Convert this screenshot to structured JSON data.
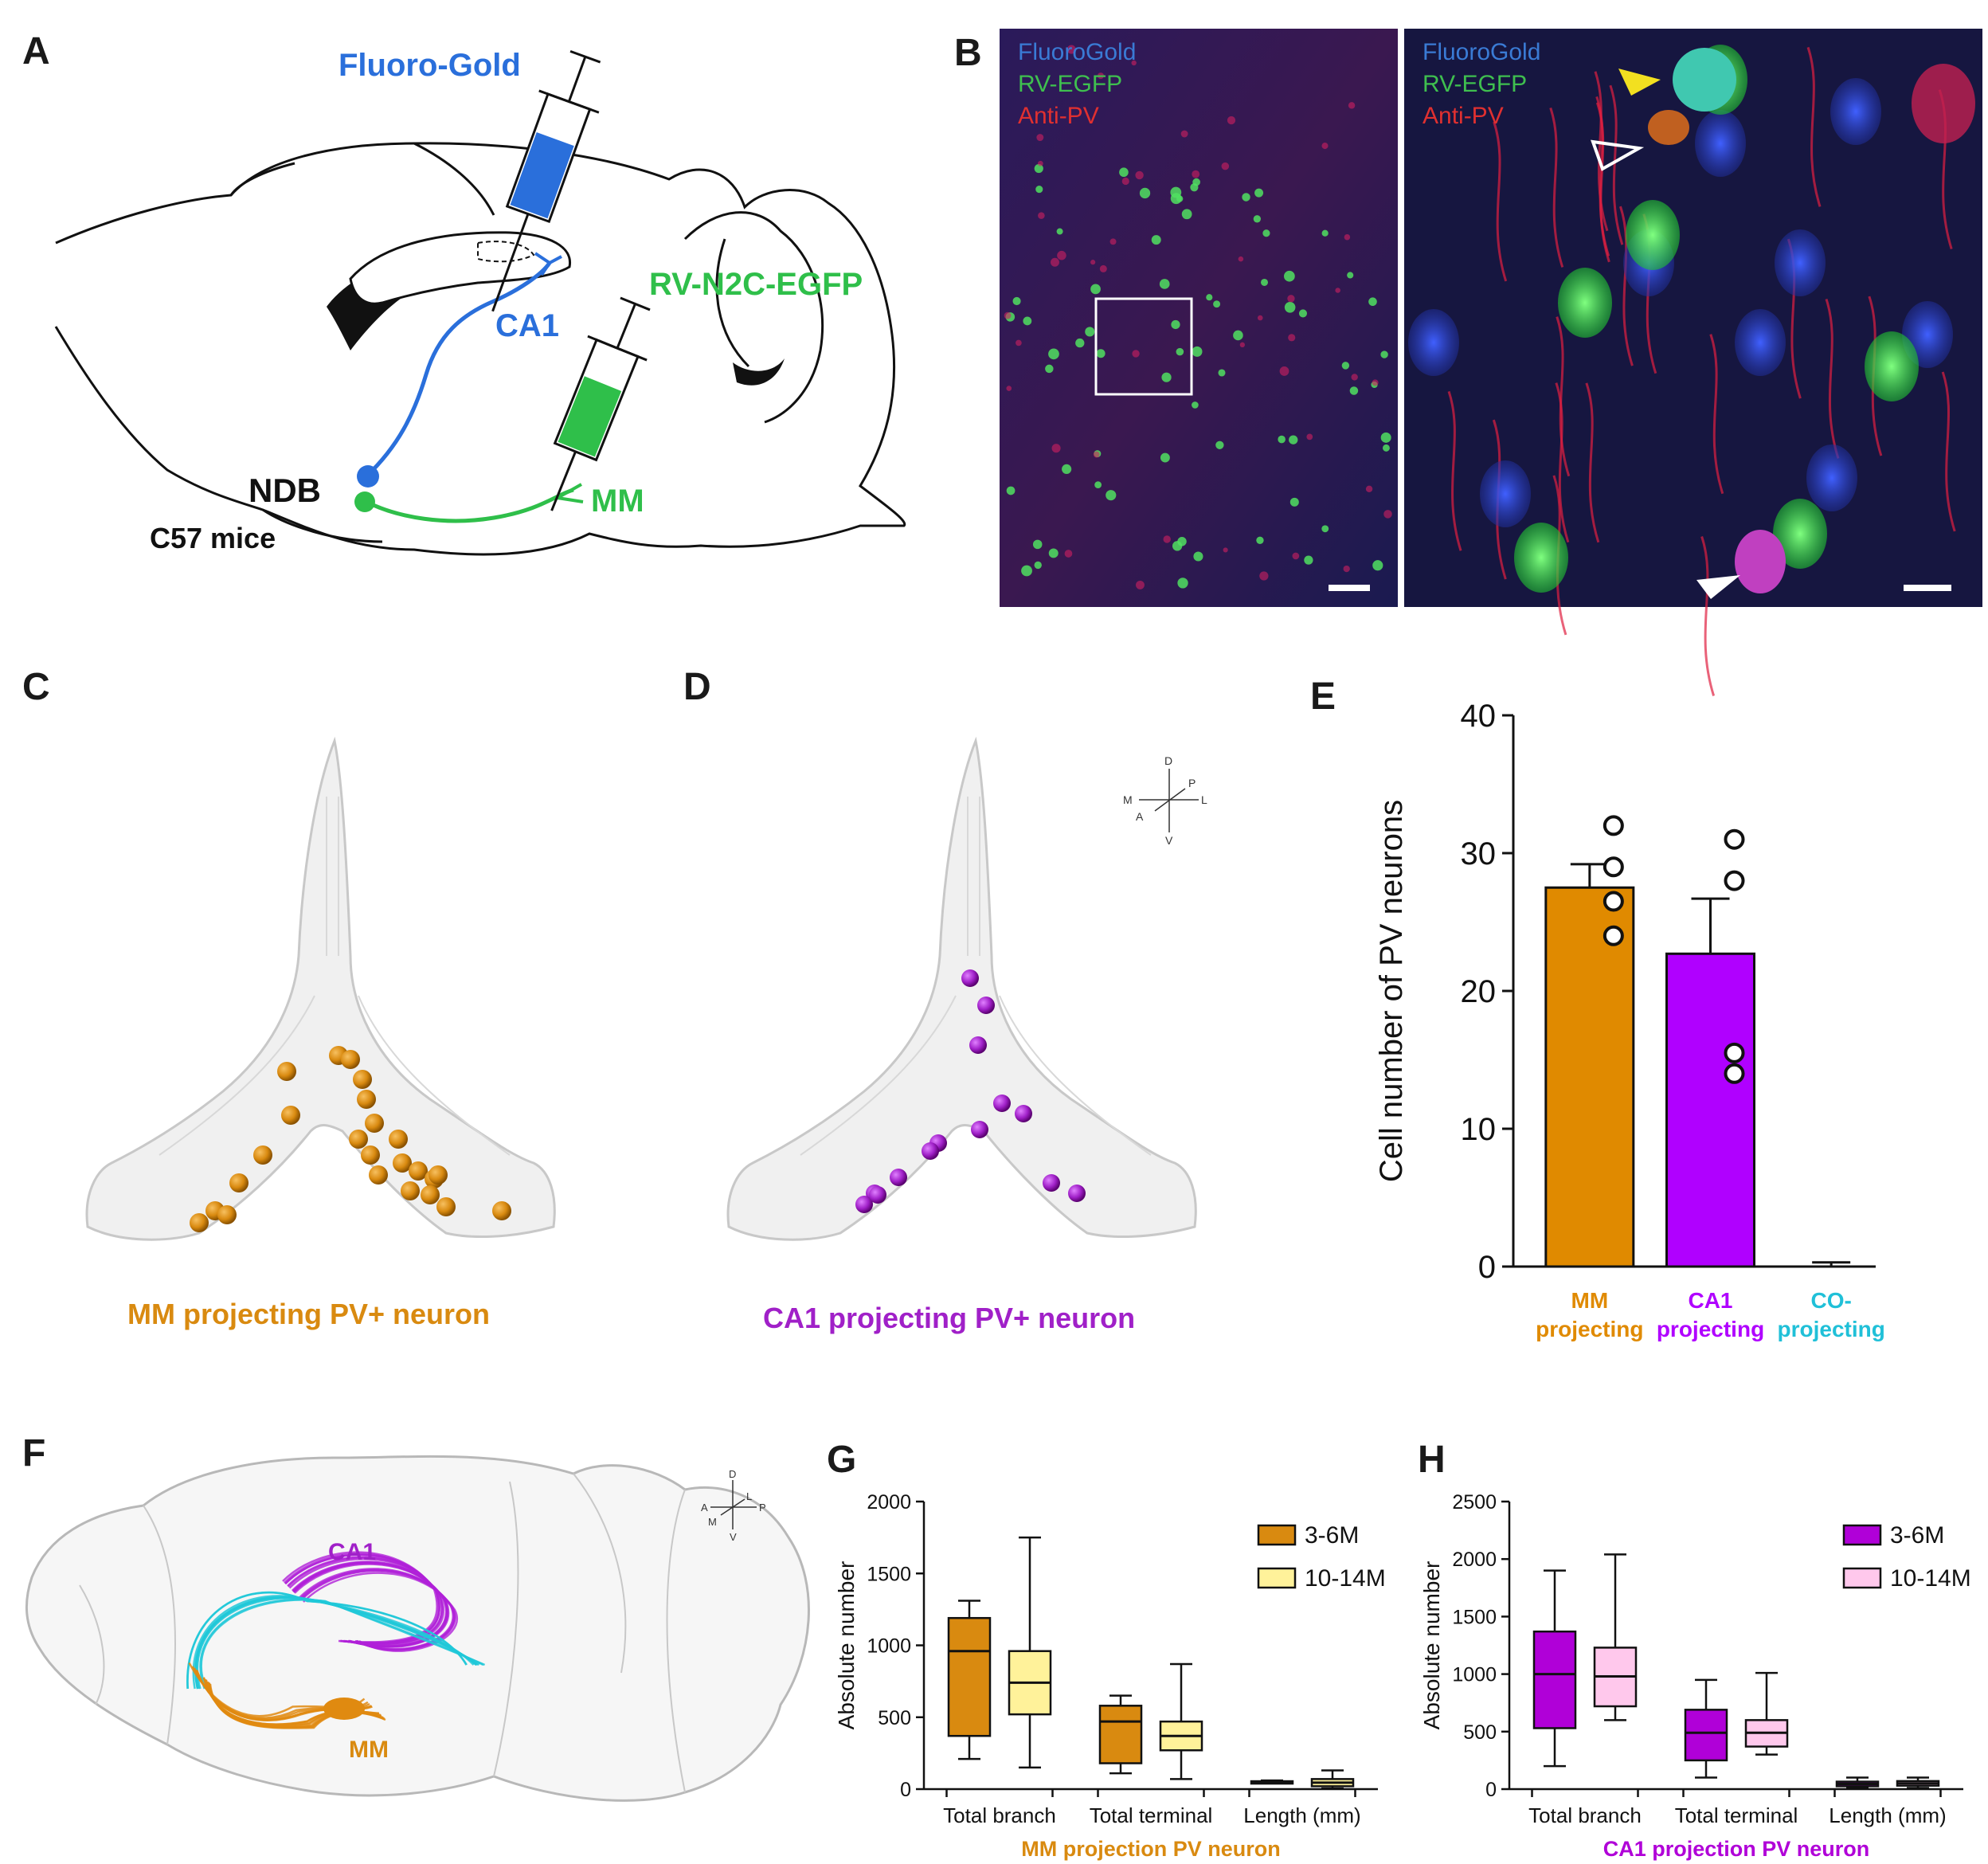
{
  "panels": {
    "A": "A",
    "B": "B",
    "C": "C",
    "D": "D",
    "E": "E",
    "F": "F",
    "G": "G",
    "H": "H"
  },
  "panelA": {
    "fluoro_gold": "Fluoro-Gold",
    "rv_label": "RV-N2C-EGFP",
    "ca1": "CA1",
    "ndb": "NDB",
    "mm": "MM",
    "mice": "C57 mice",
    "color_blue": "#2a6fdb",
    "color_green": "#2fbf4a"
  },
  "panelB": {
    "legend": [
      "FluoroGold",
      "RV-EGFP",
      "Anti-PV"
    ],
    "legend_colors": [
      "#3a7bd5",
      "#3fbf4f",
      "#e03030"
    ]
  },
  "panelC": {
    "caption": "MM projecting PV+ neuron",
    "color": "#d98a10"
  },
  "panelD": {
    "caption": "CA1 projecting PV+ neuron",
    "color": "#a020c8",
    "compass": {
      "d": "D",
      "v": "V",
      "m": "M",
      "l": "L",
      "p": "P",
      "a": "A"
    }
  },
  "panelF": {
    "ca1": "CA1",
    "mm": "MM",
    "compass": {
      "d": "D",
      "v": "V",
      "a": "A",
      "p": "P",
      "l": "L",
      "m": "M"
    }
  },
  "chart_data": [
    {
      "panel": "E",
      "type": "bar",
      "categories": [
        "MM projecting",
        "CA1 projecting",
        "CO-projecting"
      ],
      "category_lines": [
        [
          "MM",
          "projecting"
        ],
        [
          "CA1",
          "projecting"
        ],
        [
          "CO-",
          "projecting"
        ]
      ],
      "category_colors": [
        "#e08a00",
        "#b000ff",
        "#20c0d8"
      ],
      "values": [
        27.5,
        22.7,
        0
      ],
      "errors": [
        1.7,
        4.0,
        0.3
      ],
      "points": [
        [
          32,
          29,
          26.5,
          24
        ],
        [
          31,
          28,
          15.5,
          14
        ],
        []
      ],
      "bar_colors": [
        "#e08a00",
        "#b000ff",
        "#ffffff"
      ],
      "ylabel": "Cell number of PV neurons",
      "ylim": [
        0,
        40
      ],
      "yticks": [
        0,
        10,
        20,
        30,
        40
      ]
    },
    {
      "panel": "G",
      "type": "box",
      "categories": [
        "Total branch",
        "Total terminal",
        "Length (mm)"
      ],
      "series": [
        {
          "name": "3-6M",
          "color": "#d98a10",
          "boxes": [
            {
              "min": 210,
              "q1": 370,
              "median": 960,
              "q3": 1190,
              "max": 1310
            },
            {
              "min": 110,
              "q1": 180,
              "median": 470,
              "q3": 580,
              "max": 650
            },
            {
              "min": 40,
              "q1": 45,
              "median": 50,
              "q3": 55,
              "max": 60
            }
          ]
        },
        {
          "name": "10-14M",
          "color": "#fff29a",
          "boxes": [
            {
              "min": 150,
              "q1": 520,
              "median": 740,
              "q3": 960,
              "max": 1750
            },
            {
              "min": 70,
              "q1": 270,
              "median": 370,
              "q3": 470,
              "max": 870
            },
            {
              "min": 5,
              "q1": 20,
              "median": 45,
              "q3": 70,
              "max": 130
            }
          ]
        }
      ],
      "xlabel": "MM projection PV neuron",
      "ylabel": "Absolute number",
      "ylim": [
        0,
        2000
      ],
      "yticks": [
        0,
        500,
        1000,
        1500,
        2000
      ]
    },
    {
      "panel": "H",
      "type": "box",
      "categories": [
        "Total branch",
        "Total terminal",
        "Length (mm)"
      ],
      "series": [
        {
          "name": "3-6M",
          "color": "#b000d8",
          "boxes": [
            {
              "min": 200,
              "q1": 530,
              "median": 1000,
              "q3": 1370,
              "max": 1900
            },
            {
              "min": 100,
              "q1": 250,
              "median": 490,
              "q3": 690,
              "max": 950
            },
            {
              "min": 10,
              "q1": 25,
              "median": 45,
              "q3": 65,
              "max": 100
            }
          ]
        },
        {
          "name": "10-14M",
          "color": "#ffc8ec",
          "boxes": [
            {
              "min": 600,
              "q1": 720,
              "median": 980,
              "q3": 1230,
              "max": 2040
            },
            {
              "min": 300,
              "q1": 370,
              "median": 490,
              "q3": 600,
              "max": 1010
            },
            {
              "min": 10,
              "q1": 30,
              "median": 50,
              "q3": 70,
              "max": 100
            }
          ]
        }
      ],
      "xlabel": "CA1 projection PV neuron",
      "ylabel": "Absolute number",
      "ylim": [
        0,
        2500
      ],
      "yticks": [
        0,
        500,
        1000,
        1500,
        2000,
        2500
      ]
    }
  ]
}
